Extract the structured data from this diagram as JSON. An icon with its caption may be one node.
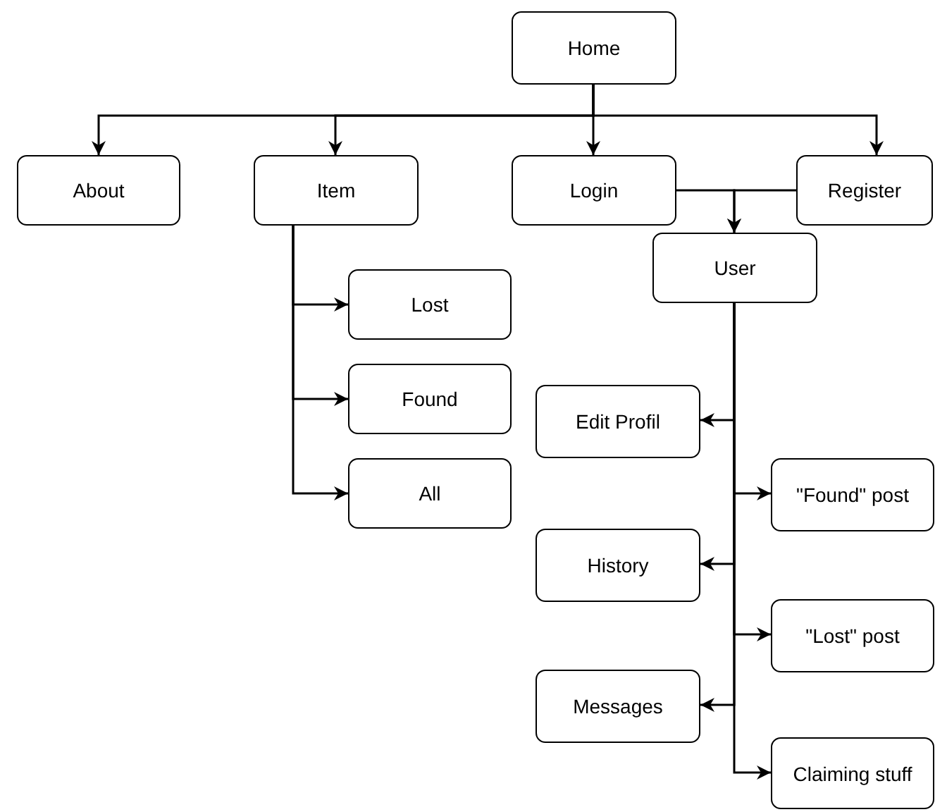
{
  "diagram": {
    "nodes": [
      {
        "text": [
          "Home"
        ]
      },
      {
        "text": [
          "About"
        ]
      },
      {
        "text": [
          "Item"
        ]
      },
      {
        "text": [
          "Login"
        ]
      },
      {
        "text": [
          "Register"
        ]
      },
      {
        "text": [
          "User"
        ]
      },
      {
        "text": [
          "Lost"
        ]
      },
      {
        "text": [
          "Found"
        ]
      },
      {
        "text": [
          "All"
        ]
      },
      {
        "text": [
          "Edit Profil"
        ]
      },
      {
        "text": [
          "\"Found\" post"
        ]
      },
      {
        "text": [
          "History"
        ]
      },
      {
        "text": [
          "\"Lost\" post"
        ]
      },
      {
        "text": [
          "Messages"
        ]
      },
      {
        "text": [
          "Claiming stuff"
        ]
      }
    ],
    "edges": [
      {
        "from": 0,
        "to": 1,
        "arrow": "to"
      },
      {
        "from": 0,
        "to": 2,
        "arrow": "to"
      },
      {
        "from": 0,
        "to": 3,
        "arrow": "to"
      },
      {
        "from": 0,
        "to": 4,
        "arrow": "to"
      },
      {
        "from": 3,
        "to": 5,
        "arrow": "to"
      },
      {
        "from": 4,
        "to": 5,
        "arrow": "to"
      },
      {
        "from": 2,
        "to": 6,
        "arrow": "to"
      },
      {
        "from": 2,
        "to": 7,
        "arrow": "to"
      },
      {
        "from": 2,
        "to": 8,
        "arrow": "to"
      },
      {
        "from": 5,
        "to": 9,
        "arrow": "to"
      },
      {
        "from": 5,
        "to": 10,
        "arrow": "to"
      },
      {
        "from": 5,
        "to": 11,
        "arrow": "to"
      },
      {
        "from": 5,
        "to": 12,
        "arrow": "to"
      },
      {
        "from": 5,
        "to": 13,
        "arrow": "to"
      },
      {
        "from": 5,
        "to": 14,
        "arrow": "to"
      }
    ]
  }
}
